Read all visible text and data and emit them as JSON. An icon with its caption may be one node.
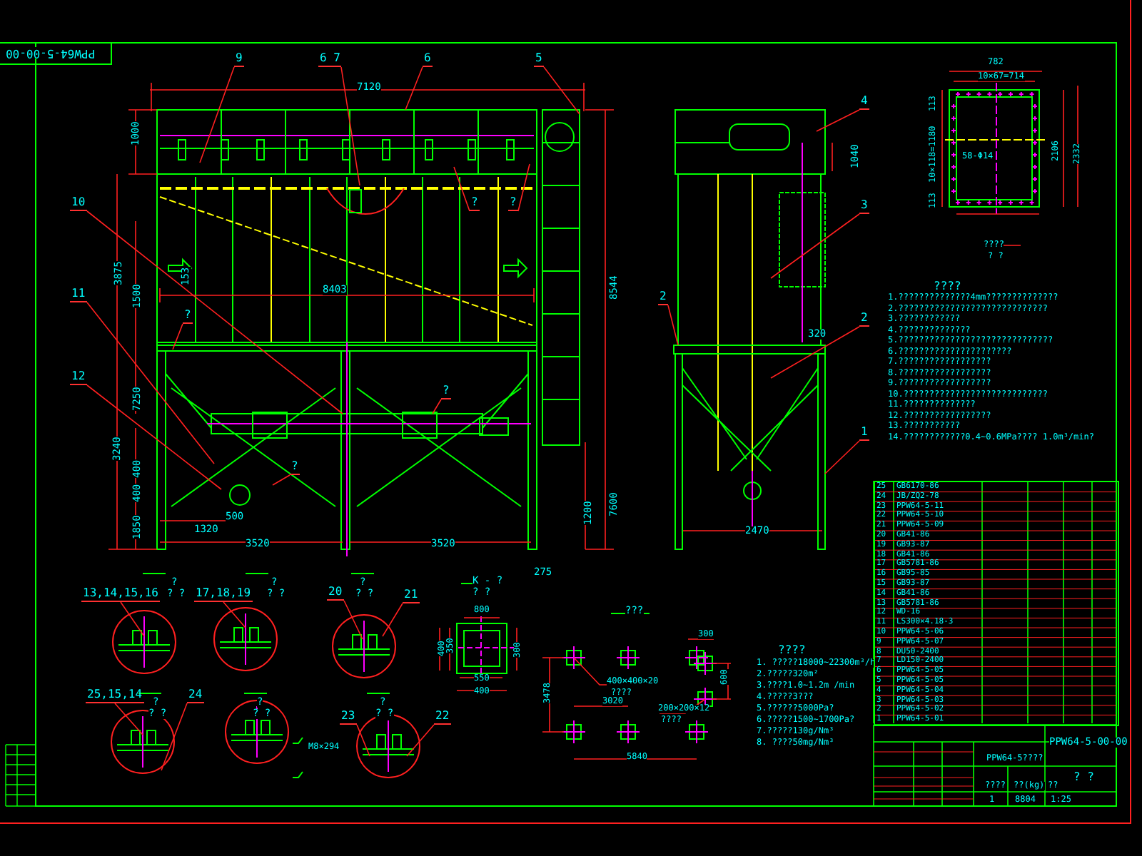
{
  "diagram": {
    "nodes": [
      {
        "text": [
          "9"
        ]
      },
      {
        "text": [
          "6 7"
        ]
      },
      {
        "text": [
          "6"
        ]
      },
      {
        "text": [
          "5"
        ]
      },
      {
        "text": [
          "4"
        ]
      },
      {
        "text": [
          "?"
        ]
      },
      {
        "text": [
          "?"
        ]
      },
      {
        "text": [
          "10"
        ]
      },
      {
        "text": [
          "3"
        ]
      },
      {
        "text": [
          "11"
        ]
      },
      {
        "text": [
          "?"
        ]
      },
      {
        "text": [
          "2"
        ]
      },
      {
        "text": [
          "2"
        ]
      },
      {
        "text": [
          "12"
        ]
      },
      {
        "text": [
          "?"
        ]
      },
      {
        "text": [
          "1"
        ]
      },
      {
        "text": [
          "?"
        ]
      },
      {
        "text": [
          "13,14,15,16"
        ]
      },
      {
        "text": [
          "17,18,19"
        ]
      },
      {
        "text": [
          "20"
        ]
      },
      {
        "text": [
          "21"
        ]
      },
      {
        "text": [
          "25,15,14"
        ]
      },
      {
        "text": [
          "24"
        ]
      },
      {
        "text": [
          "23"
        ]
      },
      {
        "text": [
          "22"
        ]
      },
      {
        "text": [],
        "shape": "picture"
      }
    ],
    "edges": [
      {
        "from": 0,
        "to": null,
        "arrow": "none"
      },
      {
        "from": 1,
        "to": null,
        "arrow": "none"
      },
      {
        "from": 2,
        "to": null,
        "arrow": "none"
      },
      {
        "from": 3,
        "to": null,
        "arrow": "none"
      },
      {
        "from": 4,
        "to": 25,
        "arrow": "none"
      },
      {
        "from": 5,
        "to": null,
        "arrow": "none"
      },
      {
        "from": 6,
        "to": null,
        "arrow": "none"
      },
      {
        "from": 7,
        "to": null,
        "arrow": "none"
      },
      {
        "from": 8,
        "to": 25,
        "arrow": "none"
      },
      {
        "from": 9,
        "to": null,
        "arrow": "none"
      },
      {
        "from": 10,
        "to": null,
        "arrow": "none"
      },
      {
        "from": 11,
        "to": 25,
        "arrow": "none"
      },
      {
        "from": 12,
        "to": 25,
        "arrow": "none"
      },
      {
        "from": 13,
        "to": null,
        "arrow": "none"
      },
      {
        "from": 14,
        "to": null,
        "arrow": "none"
      },
      {
        "from": 15,
        "to": 25,
        "arrow": "none"
      },
      {
        "from": 16,
        "to": null,
        "arrow": "none"
      },
      {
        "from": 17,
        "to": null,
        "arrow": "none"
      },
      {
        "from": 18,
        "to": null,
        "arrow": "none"
      },
      {
        "from": 19,
        "to": null,
        "arrow": "none"
      },
      {
        "from": 20,
        "to": null,
        "arrow": "none"
      },
      {
        "from": 21,
        "to": null,
        "arrow": "none"
      },
      {
        "from": 22,
        "to": null,
        "arrow": "none"
      },
      {
        "from": 23,
        "to": null,
        "arrow": "none"
      },
      {
        "from": 24,
        "to": null,
        "arrow": "none"
      }
    ],
    "labels": [
      "PPW64-5-00-00",
      "7120",
      "1000",
      "3875",
      "1500",
      "7250",
      "3240",
      "400",
      "400",
      "1850",
      "153",
      "8403",
      "500",
      "1320",
      "3520",
      "3520",
      "8544",
      "1200",
      "7600",
      "275",
      "1040",
      "320",
      "2470",
      "782",
      "10×67=714",
      "113",
      "10×118=1180",
      "113",
      "58-Φ14",
      "2106",
      "2332",
      "????",
      "? ?",
      "????",
      "1.??????????????4mm??????????????",
      "2.?????????????????????????????",
      "3.????????????",
      "4.??????????????",
      "5.??????????????????????????????",
      "6.??????????????????????",
      "7.??????????????????",
      "8.??????????????????",
      "9.??????????????????",
      "10.????????????????????????????",
      "11.??????????????",
      "12.?????????????????",
      "13.???????????",
      "14.????????????0.4~0.6MPa???? 1.0m³/min?",
      "?",
      "? ?",
      "?",
      "? ?",
      "?",
      "? ?",
      "?",
      "? ?",
      "?",
      "? ?",
      "?",
      "? ?",
      "K - ?",
      "? ?",
      "800",
      "400",
      "350",
      "300",
      "550",
      "400",
      "???",
      "3478",
      "400×400×20",
      "????",
      "3020",
      "200×200×12",
      "????",
      "5840",
      "300",
      "600",
      "????",
      "1. ?????18000~22300m³/h",
      "2.?????320m²",
      "3.????1.0~1.2m /min",
      "4.?????3???",
      "5.??????5000Pa?",
      "6.?????1500~1700Pa?",
      "7.?????130g/Nm³",
      "8. ????50mg/Nm³",
      "M8×294",
      "PPW64-5????",
      "PPW64-5-00-00",
      "? ?",
      "????",
      "??(kg)",
      "??",
      "1",
      "8804",
      "1:25",
      "25",
      "GB6170-86",
      "24",
      "JB/ZQ2-78",
      "23",
      "PPW64-5-11",
      "22",
      "PPW64-5-10",
      "21",
      "PPW64-5-09",
      "20",
      "GB41-86",
      "19",
      "GB93-87",
      "18",
      "GB41-86",
      "17",
      "GB5781-86",
      "16",
      "GB95-85",
      "15",
      "GB93-87",
      "14",
      "GB41-86",
      "13",
      "GB5781-86",
      "12",
      "WD-16",
      "11",
      "LS300×4.18-3",
      "10",
      "PPW64-5-06",
      "9",
      "PPW64-5-07",
      "8",
      "DU50-2400",
      "7",
      "LD150-2400",
      "6",
      "PPW64-5-05",
      "5",
      "PPW64-5-05",
      "4",
      "PPW64-5-04",
      "3",
      "PPW64-5-03",
      "2",
      "PPW64-5-02",
      "1",
      "PPW64-5-01"
    ]
  }
}
